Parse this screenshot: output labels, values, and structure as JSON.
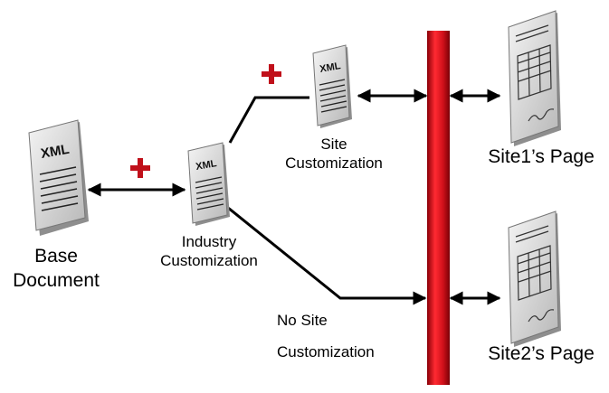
{
  "documents": {
    "base": {
      "tag": "XML",
      "label_line1": "Base",
      "label_line2": "Document"
    },
    "industry": {
      "tag": "XML",
      "label_line1": "Industry",
      "label_line2": "Customization"
    },
    "site": {
      "tag": "XML",
      "label_line1": "Site",
      "label_line2": "Customization"
    }
  },
  "no_site": {
    "label_line1": "No Site",
    "label_line2": "Customization"
  },
  "pages": {
    "site1": {
      "label": "Site1’s Page"
    },
    "site2": {
      "label": "Site2’s Page"
    }
  },
  "colors": {
    "plus": "#c0101a",
    "bar": "#d81018",
    "arrow": "#000000"
  },
  "icons": {
    "xml_document": "xml-document-icon",
    "form_page": "form-page-icon",
    "plus": "plus-icon"
  }
}
